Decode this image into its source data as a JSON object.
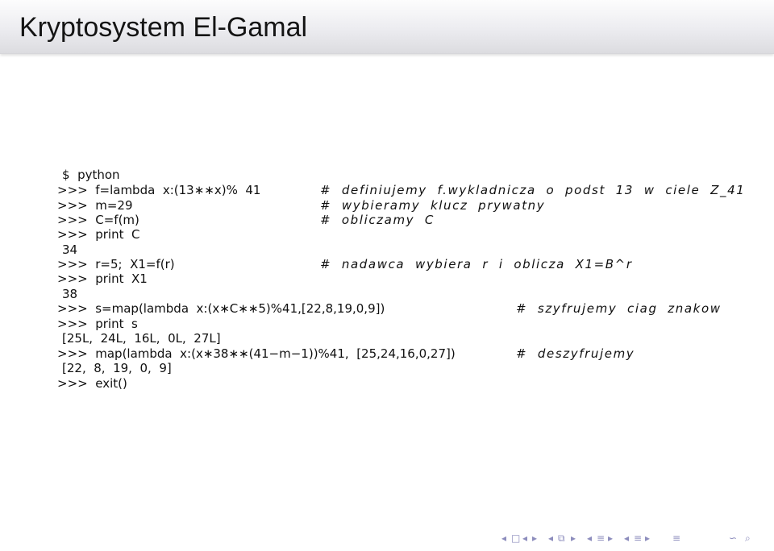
{
  "slide": {
    "title": "Kryptosystem El-Gamal"
  },
  "code": [
    {
      "id": "l0",
      "text": "$  python"
    },
    {
      "id": "l1",
      "text": ">>>  f=lambda  x:(13∗∗x)%  41",
      "comment": "#  definiujemy  f.wykladnicza  o  podst  13  w  ciele  Z_41"
    },
    {
      "id": "l2",
      "text": ">>>  m=29",
      "comment": "#  wybieramy  klucz  prywatny"
    },
    {
      "id": "l3",
      "text": ">>>  C=f(m)",
      "comment": "#  obliczamy  C"
    },
    {
      "id": "l4",
      "text": ">>>  print  C"
    },
    {
      "id": "l5",
      "text": "34"
    },
    {
      "id": "l6",
      "text": ">>>  r=5;  X1=f(r)",
      "comment": "#  nadawca  wybiera  r  i  oblicza  X1=B^r"
    },
    {
      "id": "l7",
      "text": ">>>  print  X1"
    },
    {
      "id": "l8",
      "text": "38"
    },
    {
      "id": "l9",
      "text": ">>>  s=map(lambda  x:(x∗C∗∗5)%41,[22,8,19,0,9])",
      "comment": "#  szyfrujemy  ciag  znakow"
    },
    {
      "id": "l10",
      "text": ">>>  print  s"
    },
    {
      "id": "l11",
      "text": "[25L,  24L,  16L,  0L,  27L]"
    },
    {
      "id": "l12",
      "text": ">>>  map(lambda  x:(x∗38∗∗(41−m−1))%41,  [25,24,16,0,27])",
      "comment": "#  deszyfrujemy"
    },
    {
      "id": "l13",
      "text": "[22,  8,  19,  0,  9]"
    },
    {
      "id": "l14",
      "text": ">>>  exit()"
    }
  ],
  "navigation": {
    "first_icon": "◂",
    "frame_icon": "□",
    "prev_frame_icon": "◂",
    "next_frame_icon": "▸",
    "prev_section_icon": "◂",
    "section_icon": "⧉",
    "next_section_icon": "▸",
    "prev_sub_icon": "◂",
    "sub_icon": "≡",
    "next_sub_icon": "▸",
    "prev_subsub_icon": "◂",
    "subsub_icon": "≡",
    "next_subsub_icon": "▸",
    "align_icon": "≡",
    "search_icon": "∽",
    "zoom_icon": "⌕"
  }
}
